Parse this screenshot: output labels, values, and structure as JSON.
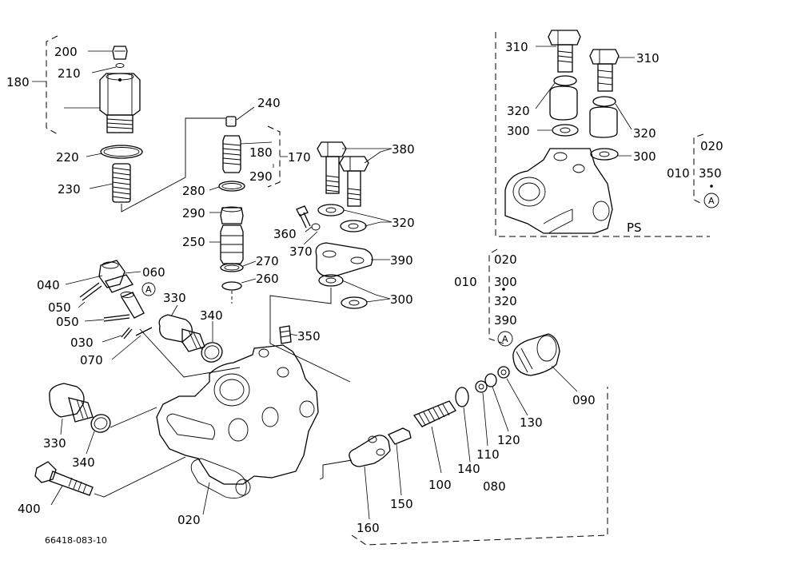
{
  "callouts": {
    "c200": "200",
    "c210": "210",
    "c180": "180",
    "c220": "220",
    "c230": "230",
    "c240": "240",
    "c180b": "180",
    "c290b": "290",
    "c170": "170",
    "c280": "280",
    "c290": "290",
    "c250": "250",
    "c270": "270",
    "c260": "260",
    "c380": "380",
    "c360": "360",
    "c320": "320",
    "c370": "370",
    "c390": "390",
    "c300": "300",
    "c310a": "310",
    "c310b": "310",
    "c320a": "320",
    "c320b": "320",
    "c300a": "300",
    "c300b": "300",
    "ps": "PS",
    "g1_020": "020",
    "g1_010": "010",
    "g1_350": "350",
    "g1_a": "A",
    "g2_020": "020",
    "g2_010": "010",
    "g2_300": "300",
    "g2_320": "320",
    "g2_390": "390",
    "g2_a": "A",
    "c040": "040",
    "c060": "060",
    "c050a": "050",
    "c050b": "050",
    "c030": "030",
    "c070": "070",
    "c330a": "330",
    "c340a": "340",
    "ca_mark": "A",
    "c350": "350",
    "c330b": "330",
    "c340b": "340",
    "c400": "400",
    "c020": "020",
    "c160": "160",
    "c150": "150",
    "c100": "100",
    "c140": "140",
    "c110": "110",
    "c120": "120",
    "c130": "130",
    "c090": "090",
    "c080": "080"
  },
  "drawing_number": "66418-083-10"
}
